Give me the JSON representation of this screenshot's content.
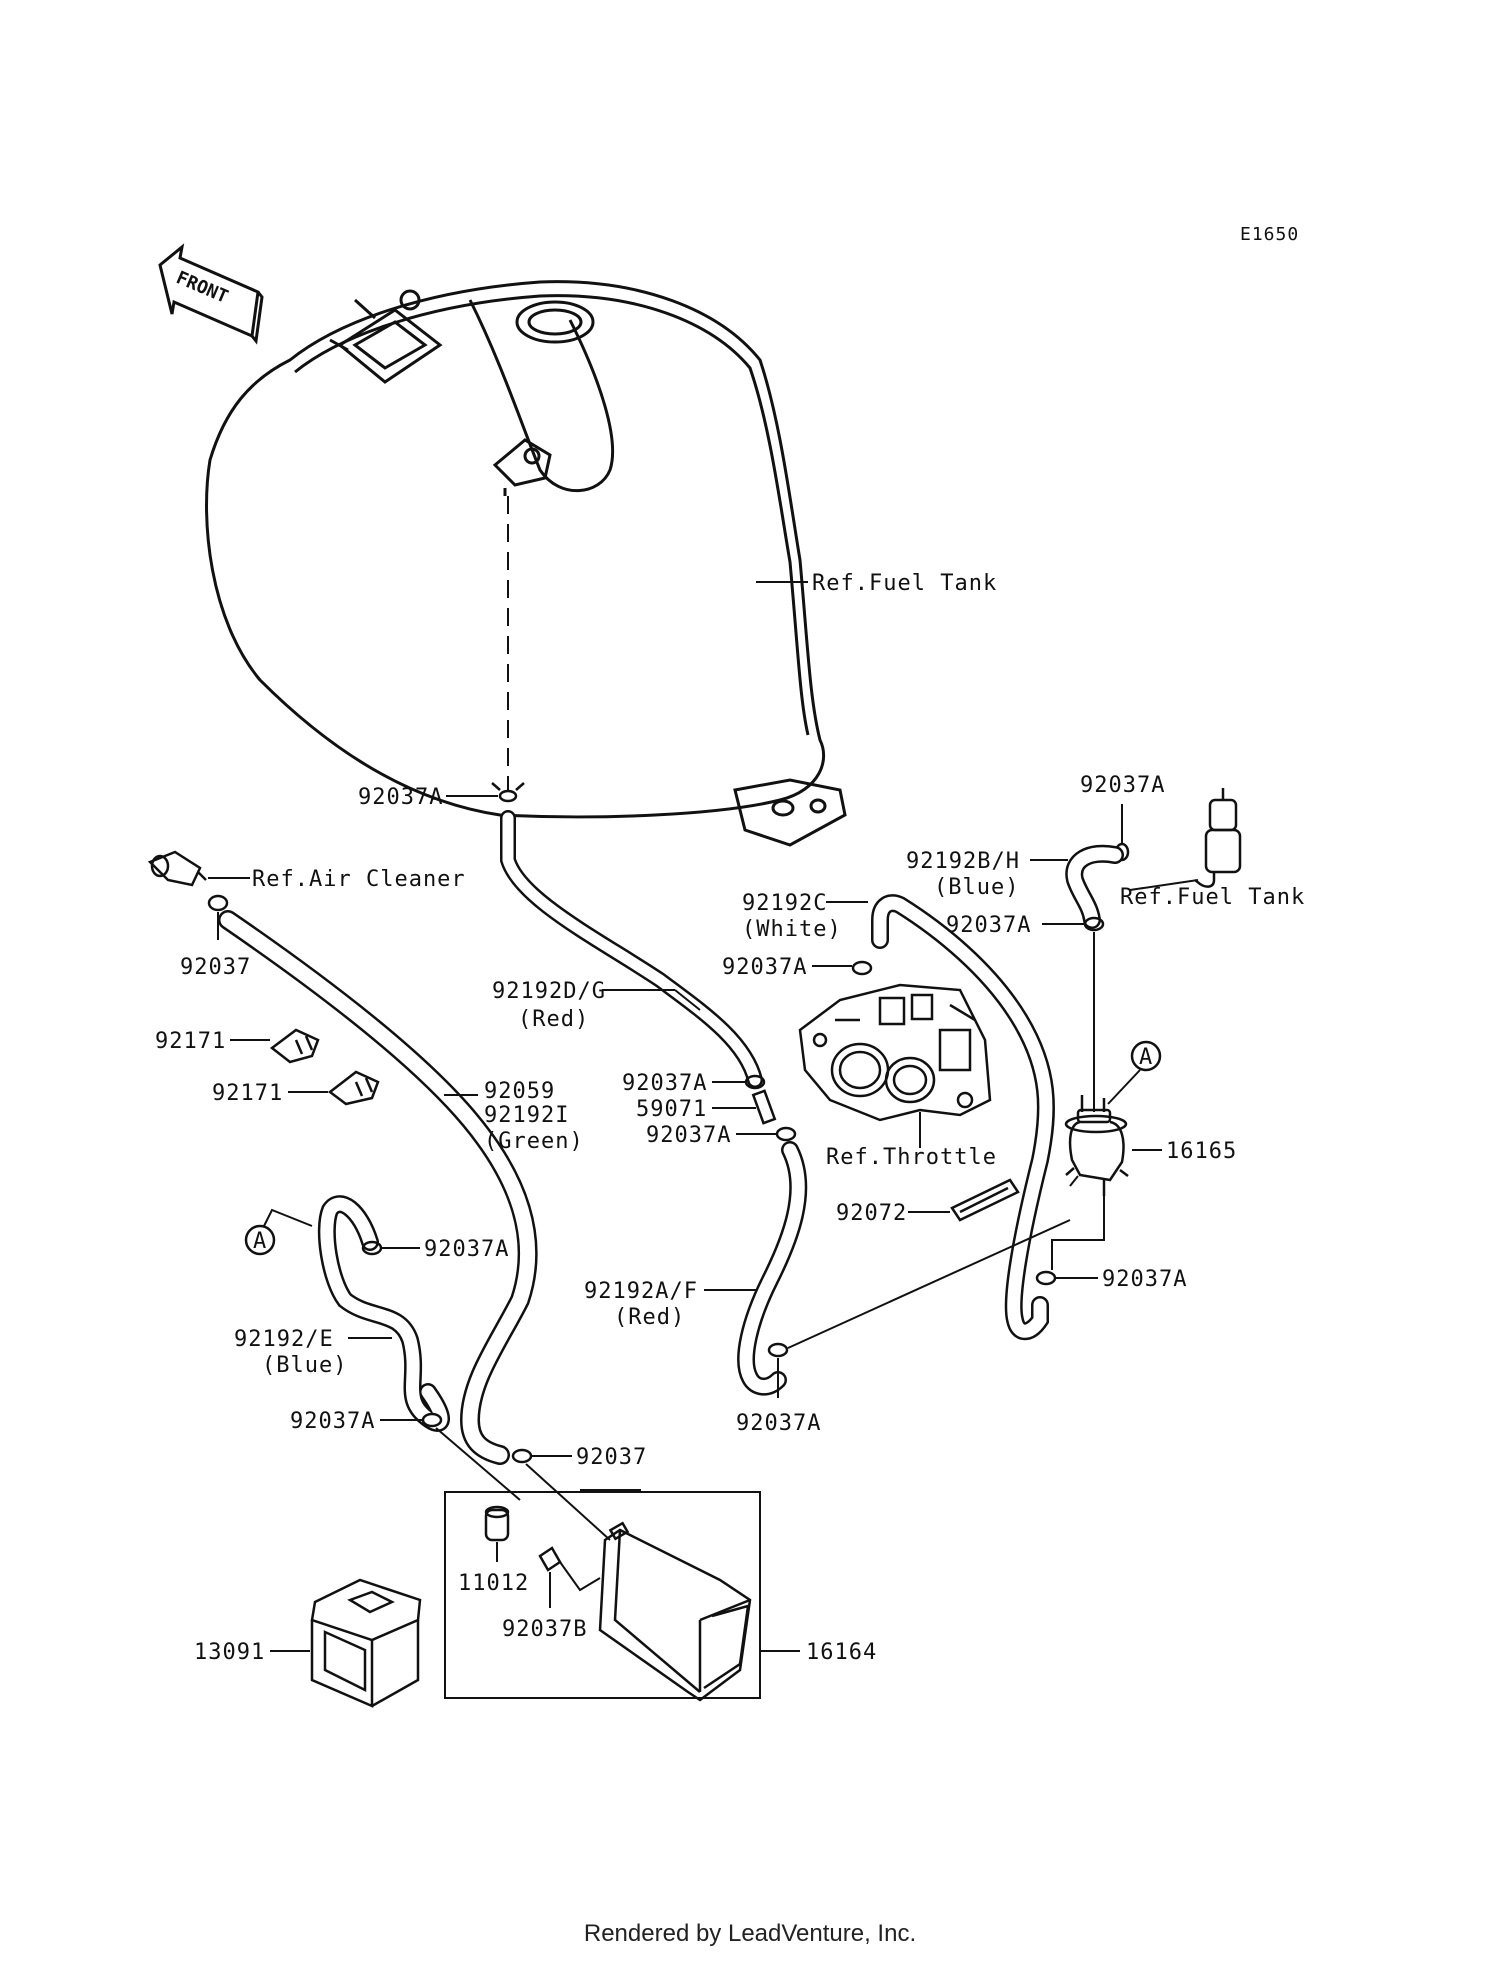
{
  "diagram": {
    "code": "E1650",
    "front_label": "FRONT",
    "footer": "Rendered by LeadVenture, Inc.",
    "labels": {
      "ref_fuel_tank_main": "Ref.Fuel Tank",
      "ref_fuel_tank_side": "Ref.Fuel Tank",
      "ref_air_cleaner": "Ref.Air Cleaner",
      "ref_throttle": "Ref.Throttle",
      "p_92037A_tank": "92037A",
      "p_92037A_top_right": "92037A",
      "p_92192BH": "92192B/H",
      "p_92192BH_color": "(Blue)",
      "p_92037A_right_mid": "92037A",
      "p_92192C": "92192C",
      "p_92192C_color": "(White)",
      "p_92037A_throttle_top": "92037A",
      "p_92192DG": "92192D/G",
      "p_92192DG_color": "(Red)",
      "p_92037_aircleaner": "92037",
      "p_92171_a": "92171",
      "p_92171_b": "92171",
      "p_92059": "92059",
      "p_92192I": "92192I",
      "p_92192I_color": "(Green)",
      "p_92037A_throttle_1": "92037A",
      "p_59071": "59071",
      "p_92037A_throttle_2": "92037A",
      "p_16165": "16165",
      "p_92072": "92072",
      "p_92037A_filter": "92037A",
      "p_92192AF": "92192A/F",
      "p_92192AF_color": "(Red)",
      "p_92037A_bottom_mid": "92037A",
      "p_92037A_left": "92037A",
      "p_92192E": "92192/E",
      "p_92192E_color": "(Blue)",
      "p_92037A_canister": "92037A",
      "p_92037_canister": "92037",
      "p_11012": "11012",
      "p_92037B": "92037B",
      "p_13091": "13091",
      "p_16164": "16164",
      "marker_A_left": "A",
      "marker_A_right": "A"
    }
  }
}
